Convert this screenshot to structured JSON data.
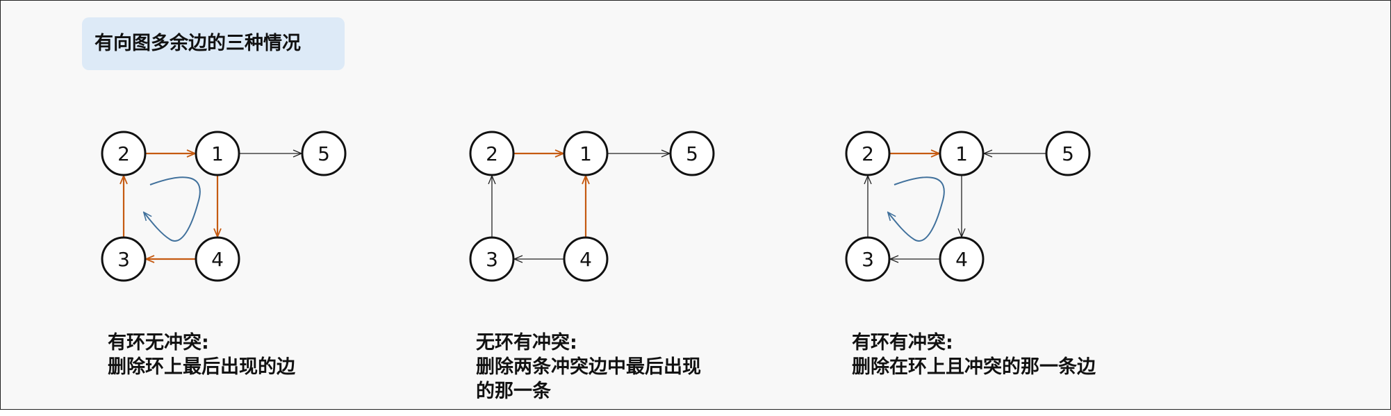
{
  "title": "有向图多余边的三种情况",
  "colors": {
    "orange": "#c55a11",
    "black": "#222222",
    "blue": "#41719c",
    "title_bg": "#ddeaf7"
  },
  "graphs": [
    {
      "nodes": [
        "2",
        "1",
        "5",
        "3",
        "4"
      ],
      "edges": [
        {
          "from": "2",
          "to": "1",
          "color": "orange"
        },
        {
          "from": "1",
          "to": "5",
          "color": "black"
        },
        {
          "from": "1",
          "to": "4",
          "color": "orange"
        },
        {
          "from": "4",
          "to": "3",
          "color": "orange"
        },
        {
          "from": "3",
          "to": "2",
          "color": "orange"
        }
      ],
      "cycle_indicator": true,
      "caption": {
        "line1": "有环无冲突:",
        "line2": "删除环上最后出现的边",
        "line3": ""
      }
    },
    {
      "nodes": [
        "2",
        "1",
        "5",
        "3",
        "4"
      ],
      "edges": [
        {
          "from": "2",
          "to": "1",
          "color": "orange"
        },
        {
          "from": "1",
          "to": "5",
          "color": "black"
        },
        {
          "from": "4",
          "to": "1",
          "color": "orange"
        },
        {
          "from": "4",
          "to": "3",
          "color": "black"
        },
        {
          "from": "3",
          "to": "2",
          "color": "black"
        }
      ],
      "cycle_indicator": false,
      "caption": {
        "line1": "无环有冲突:",
        "line2": "删除两条冲突边中最后出现",
        "line3": "的那一条"
      }
    },
    {
      "nodes": [
        "2",
        "1",
        "5",
        "3",
        "4"
      ],
      "edges": [
        {
          "from": "2",
          "to": "1",
          "color": "orange"
        },
        {
          "from": "5",
          "to": "1",
          "color": "black"
        },
        {
          "from": "1",
          "to": "4",
          "color": "black"
        },
        {
          "from": "4",
          "to": "3",
          "color": "black"
        },
        {
          "from": "3",
          "to": "2",
          "color": "black"
        }
      ],
      "cycle_indicator": true,
      "caption": {
        "line1": "有环有冲突:",
        "line2": "删除在环上且冲突的那一条边",
        "line3": ""
      }
    }
  ]
}
